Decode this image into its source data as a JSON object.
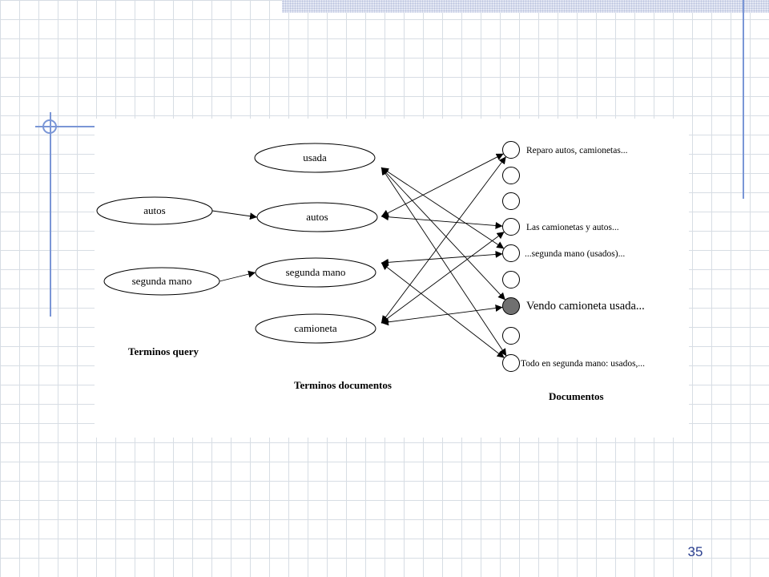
{
  "diagram": {
    "query_terms": [
      "autos",
      "segunda mano"
    ],
    "document_terms": [
      "usada",
      "autos",
      "segunda mano",
      "camioneta"
    ],
    "documents": [
      "Reparo autos, camionetas...",
      "",
      "",
      "Las camionetas y autos...",
      "...segunda mano (usados)...",
      "",
      "Vendo camioneta usada...",
      "",
      "Todo en segunda mano: usados,..."
    ],
    "highlighted_document_index": 6,
    "query_links": [
      {
        "from": "autos",
        "to": "autos"
      },
      {
        "from": "segunda mano",
        "to": "segunda mano"
      }
    ],
    "term_document_links": [
      {
        "term": "usada",
        "doc": 4
      },
      {
        "term": "usada",
        "doc": 6
      },
      {
        "term": "usada",
        "doc": 8
      },
      {
        "term": "autos",
        "doc": 0
      },
      {
        "term": "autos",
        "doc": 3
      },
      {
        "term": "segunda mano",
        "doc": 4
      },
      {
        "term": "segunda mano",
        "doc": 8
      },
      {
        "term": "camioneta",
        "doc": 0
      },
      {
        "term": "camioneta",
        "doc": 3
      },
      {
        "term": "camioneta",
        "doc": 6
      }
    ],
    "labels": {
      "query_column": "Terminos query",
      "term_column": "Terminos documentos",
      "document_column": "Documentos"
    }
  },
  "slide": {
    "page_number": "35"
  },
  "colors": {
    "accent": "#7a96d6",
    "page_number": "#2a3f8f",
    "highlight_fill": "#707070"
  }
}
